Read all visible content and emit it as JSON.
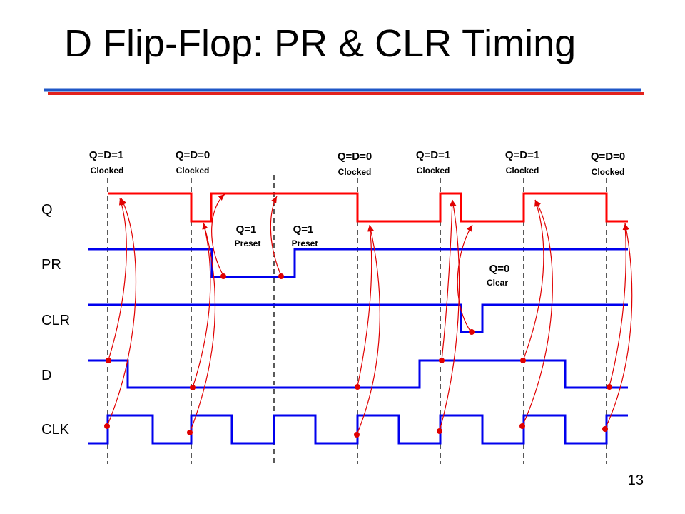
{
  "slide": {
    "title": "D Flip-Flop: PR & CLR Timing",
    "page_number": "13"
  },
  "colors": {
    "q_waveform": "#ff0000",
    "input_waveforms": "#0000ee",
    "arrows": "#e00000",
    "rule_blue": "#1f57c7",
    "rule_red": "#e3221c",
    "guides": "#000000"
  },
  "signals": [
    {
      "id": "q",
      "label": "Q"
    },
    {
      "id": "pr",
      "label": "PR"
    },
    {
      "id": "clr",
      "label": "CLR"
    },
    {
      "id": "d",
      "label": "D"
    },
    {
      "id": "clk",
      "label": "CLK"
    }
  ],
  "annotations": [
    {
      "id": "c1",
      "main": "Q=D=1",
      "sub": "Clocked"
    },
    {
      "id": "c2",
      "main": "Q=D=0",
      "sub": "Clocked"
    },
    {
      "id": "c3",
      "main": "Q=D=0",
      "sub": "Clocked"
    },
    {
      "id": "c4",
      "main": "Q=D=1",
      "sub": "Clocked"
    },
    {
      "id": "c5",
      "main": "Q=D=1",
      "sub": "Clocked"
    },
    {
      "id": "c6",
      "main": "Q=D=0",
      "sub": "Clocked"
    },
    {
      "id": "p1",
      "main": "Q=1",
      "sub": "Preset"
    },
    {
      "id": "p2",
      "main": "Q=1",
      "sub": "Preset"
    },
    {
      "id": "cl1",
      "main": "Q=0",
      "sub": "Clear"
    }
  ]
}
